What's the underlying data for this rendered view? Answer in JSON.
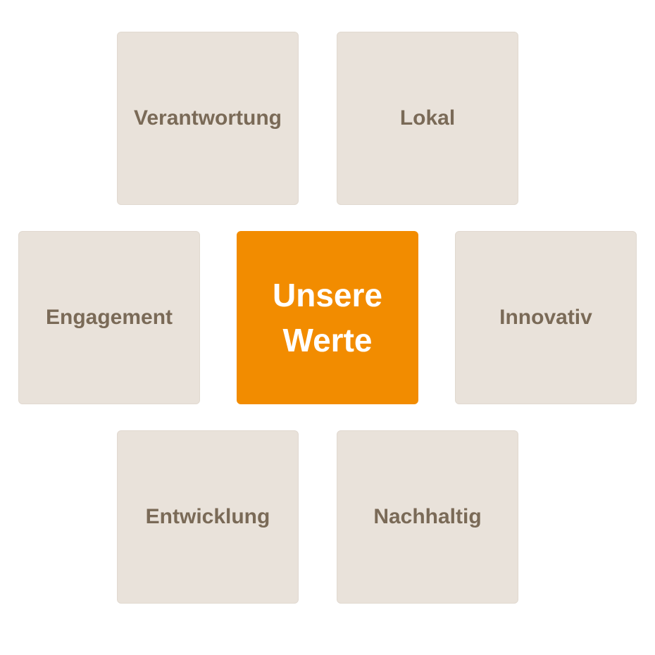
{
  "center": {
    "line1": "Unsere",
    "line2": "Werte"
  },
  "values": {
    "top_left": "Verantwortung",
    "top_right": "Lokal",
    "mid_left": "Engagement",
    "mid_right": "Innovativ",
    "bottom_left": "Entwicklung",
    "bottom_right": "Nachhaltig"
  },
  "colors": {
    "center_fill": "#f28c00",
    "center_text": "#ffffff",
    "tile_fill": "#e9e2da",
    "tile_text": "#7a6a57"
  }
}
